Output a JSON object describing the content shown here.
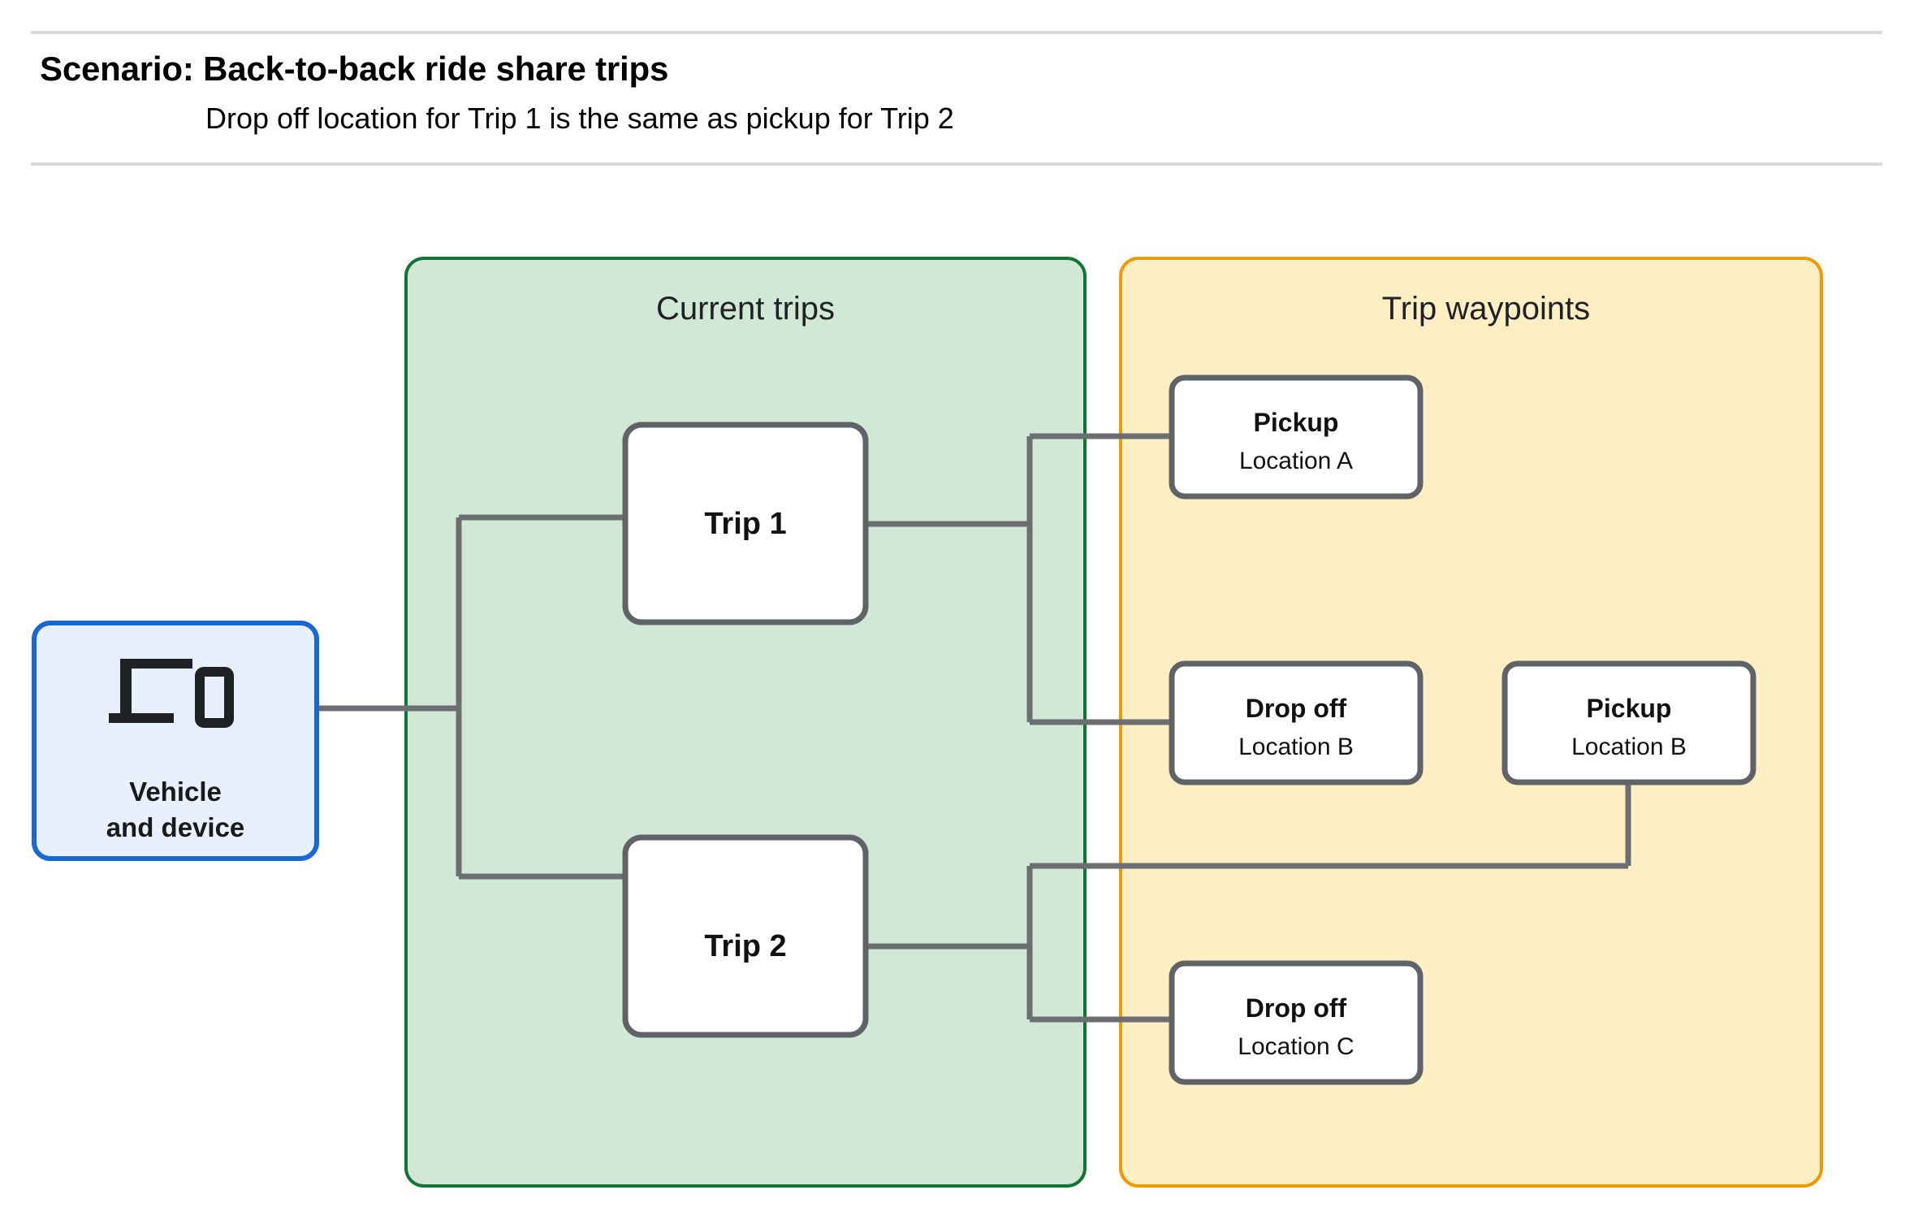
{
  "header": {
    "title": "Scenario: Back-to-back ride share trips",
    "subtitle": "Drop off  location for Trip 1 is the same as pickup for Trip 2"
  },
  "colors": {
    "vehicle_fill": "#e8f0fe",
    "vehicle_border": "#1967d2",
    "current_trips_fill": "#d2e8d6",
    "current_trips_border": "#137333",
    "waypoints_fill": "#fdeec4",
    "waypoints_border": "#f29900",
    "node_fill": "#ffffff",
    "node_border": "#5f6368",
    "connector": "#6b6f71",
    "rule": "#d9dadc"
  },
  "vehicle": {
    "icon": "devices-icon",
    "line1": "Vehicle",
    "line2": "and device"
  },
  "groups": {
    "current_trips": {
      "label": "Current trips"
    },
    "waypoints": {
      "label": "Trip waypoints"
    }
  },
  "trips": [
    {
      "id": "trip-1",
      "label": "Trip 1"
    },
    {
      "id": "trip-2",
      "label": "Trip 2"
    }
  ],
  "waypoints": [
    {
      "id": "pickup-a",
      "title": "Pickup",
      "location": "Location A"
    },
    {
      "id": "dropoff-b",
      "title": "Drop off",
      "location": "Location B"
    },
    {
      "id": "pickup-b",
      "title": "Pickup",
      "location": "Location B"
    },
    {
      "id": "dropoff-c",
      "title": "Drop off",
      "location": "Location C"
    }
  ]
}
